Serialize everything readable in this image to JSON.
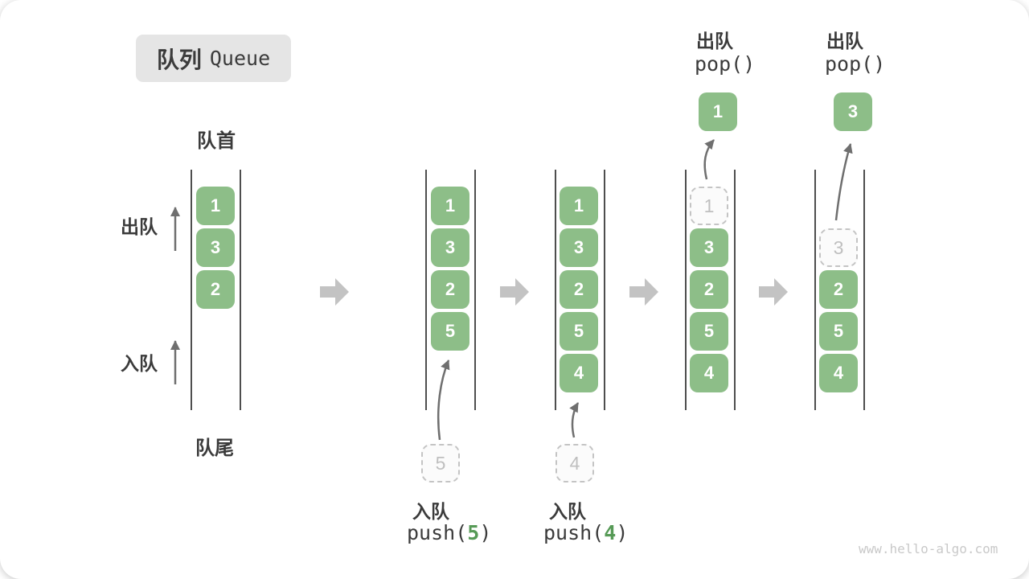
{
  "title": {
    "zh": "队列",
    "en": "Queue"
  },
  "watermark": "www.hello-algo.com",
  "labels": {
    "front": "队首",
    "rear": "队尾",
    "dequeue": "出队",
    "enqueue": "入队"
  },
  "colors": {
    "green": "#8dbe88",
    "green_accent": "#569a56",
    "line": "#4e4e4e",
    "arrow_thin": "#6f6f6f",
    "arrow_block": "#c3c3c3",
    "ghost_border": "#c4c4c4",
    "ghost_fill": "#fbfbfb",
    "ghost_text": "#bfbfbf",
    "text": "#3b3b3b",
    "badge_bg": "#e5e5e5",
    "watermark": "#c9c9c9"
  },
  "states": [
    {
      "cells": [
        "1",
        "3",
        "2"
      ]
    },
    {
      "cells": [
        "1",
        "3",
        "2",
        "5"
      ],
      "incoming": "5",
      "op_zh": "入队",
      "op_fn": "push(",
      "op_arg": "5",
      "op_close": ")"
    },
    {
      "cells": [
        "1",
        "3",
        "2",
        "5",
        "4"
      ],
      "incoming": "4",
      "op_zh": "入队",
      "op_fn": "push(",
      "op_arg": "4",
      "op_close": ")"
    },
    {
      "ghost": "1",
      "cells": [
        "3",
        "2",
        "5",
        "4"
      ],
      "popped": "1",
      "op_zh": "出队",
      "op_fn": "pop()"
    },
    {
      "ghost": "3",
      "cells": [
        "2",
        "5",
        "4"
      ],
      "popped": "3",
      "op_zh": "出队",
      "op_fn": "pop()"
    }
  ]
}
